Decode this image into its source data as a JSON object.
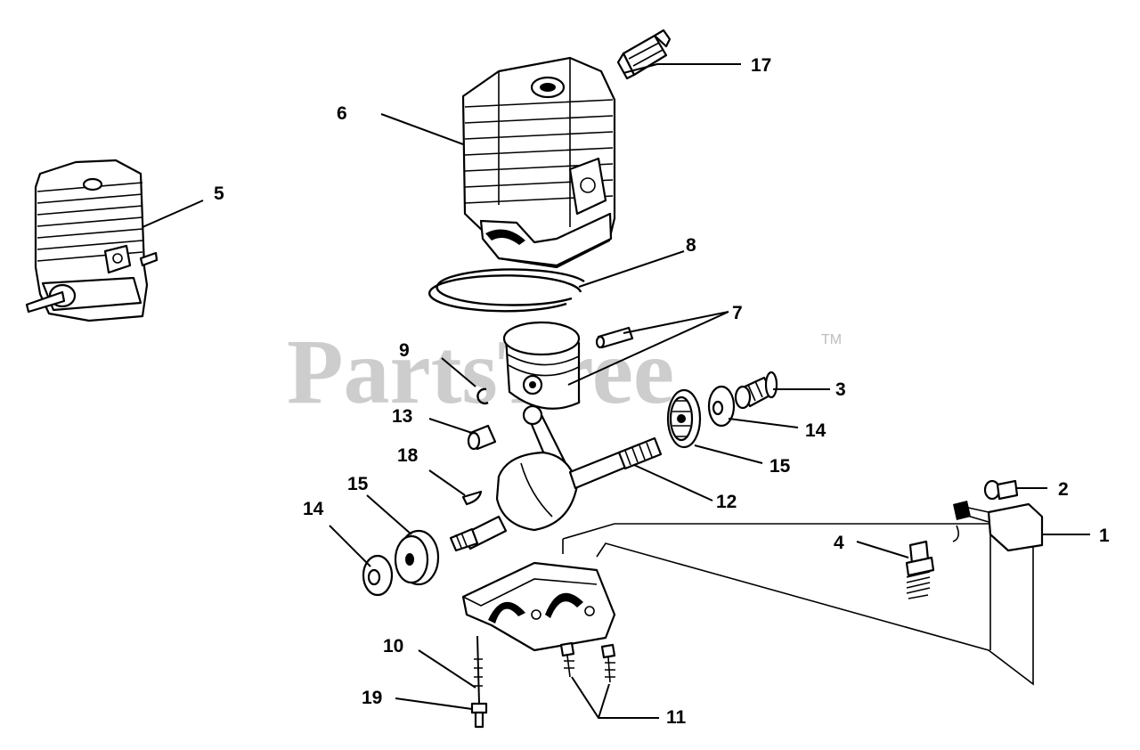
{
  "watermark": {
    "brand": "PartsTree",
    "trademark": "TM"
  },
  "callouts": {
    "c1": "1",
    "c2": "2",
    "c3": "3",
    "c4": "4",
    "c5": "5",
    "c6": "6",
    "c7": "7",
    "c8": "8",
    "c9": "9",
    "c10": "10",
    "c11": "11",
    "c12": "12",
    "c13": "13",
    "c14a": "14",
    "c14b": "14",
    "c15a": "15",
    "c15b": "15",
    "c17": "17",
    "c18": "18",
    "c19": "19"
  },
  "colors": {
    "line": "#000000",
    "watermark": "#bdbdbd",
    "background": "#ffffff"
  }
}
